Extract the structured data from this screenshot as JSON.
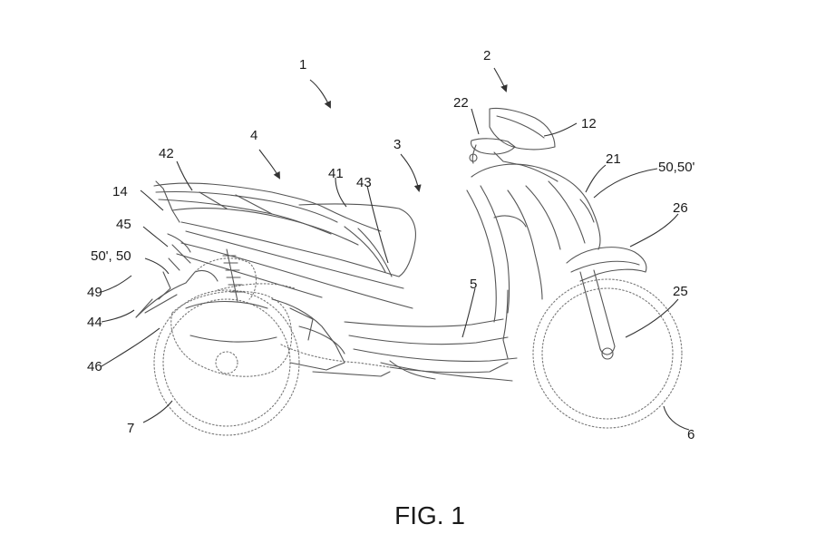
{
  "figure": {
    "caption": "FIG. 1",
    "reference_labels": {
      "r1": "1",
      "r2": "2",
      "r3": "3",
      "r4": "4",
      "r5": "5",
      "r6": "6",
      "r7": "7",
      "r12": "12",
      "r14": "14",
      "r21": "21",
      "r22": "22",
      "r25": "25",
      "r26": "26",
      "r41": "41",
      "r42": "42",
      "r43": "43",
      "r44": "44",
      "r45": "45",
      "r46": "46",
      "r49": "49",
      "r50_50p": "50,50'",
      "r50p_50": "50', 50"
    }
  }
}
